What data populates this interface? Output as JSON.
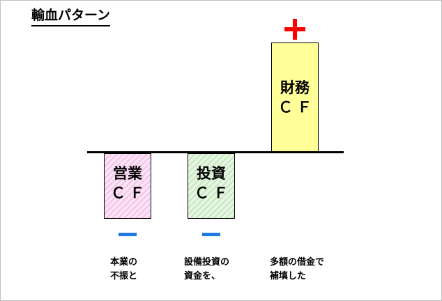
{
  "title": "輸血パターン",
  "bars": {
    "operating": {
      "line1": "営業",
      "line2": "ＣＦ",
      "sign": "minus"
    },
    "investing": {
      "line1": "投資",
      "line2": "ＣＦ",
      "sign": "minus"
    },
    "financing": {
      "line1": "財務",
      "line2": "ＣＦ",
      "sign": "plus"
    }
  },
  "captions": {
    "operating": {
      "line1": "本業の",
      "line2": "不振と"
    },
    "investing": {
      "line1": "設備投資の",
      "line2": "資金を、"
    },
    "financing": {
      "line1": "多額の借金で",
      "line2": "補填した"
    }
  },
  "colors": {
    "operating_fill": "#fbe4f5",
    "investing_fill": "#e6f6e3",
    "financing_fill": "#ffff99",
    "minus_sign": "#1e78e6",
    "plus_sign": "#ff0000"
  }
}
